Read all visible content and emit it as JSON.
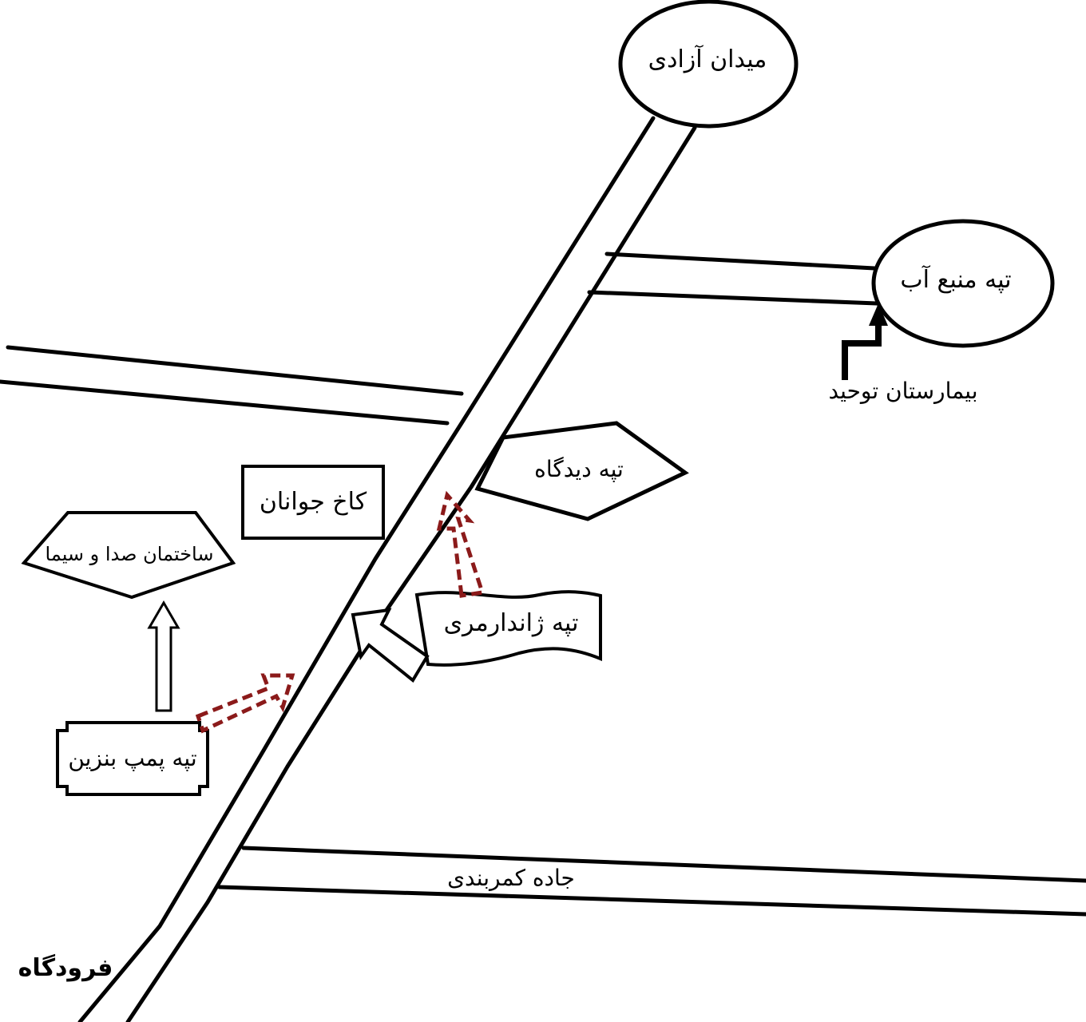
{
  "colors": {
    "ink": "#000000",
    "route": "#8b1a1a",
    "background": "#ffffff"
  },
  "landmarks": {
    "midan_azadi": "میدان آزادی",
    "tape_manba_ab": "تپه منبع آب",
    "bimarestan_towhid": "بیمارستان توحید",
    "tape_didgah": "تپه دیدگاه",
    "kakh_javanan": "کاخ جوانان",
    "sakhteman_seda_sima": "ساختمان صدا و سیما",
    "tape_zhandarmeri": "تپه ژاندارمری",
    "tape_pomp_benzin": "تپه پمپ بنزین",
    "jade_kamarbandi": "جاده کمربندی",
    "forudgah": "فرودگاه"
  },
  "icons": {
    "solid_arrow": "arrow-up-icon",
    "hollow_arrow": "hollow-arrow-icon",
    "dashed_route_arrow": "dashed-arrow-icon"
  }
}
